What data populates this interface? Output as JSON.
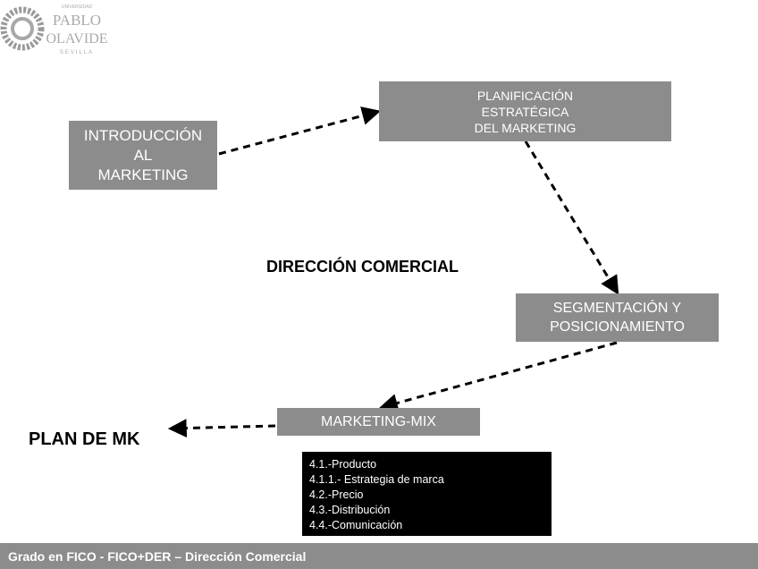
{
  "logo": {
    "line1": "PABLO",
    "line2": "OLAVIDE",
    "line3": "SEVILLA",
    "line_top": "UNIVERSIDAD"
  },
  "boxes": {
    "intro": "INTRODUCCIÓN\nAL\nMARKETING",
    "plan": "PLANIFICACIÓN\nESTRATÉGICA\nDEL MARKETING",
    "seg": "SEGMENTACIÓN Y\nPOSICIONAMIENTO",
    "mix": "MARKETING-MIX"
  },
  "center_title": "DIRECCIÓN COMERCIAL",
  "plan_label": "PLAN DE MK",
  "content_items": [
    "4.1.-Producto",
    "4.1.1.- Estrategia de marca",
    "4.2.-Precio",
    "4.3.-Distribución",
    "4.4.-Comunicación"
  ],
  "footer": "Grado en FICO - FICO+DER – Dirección Comercial",
  "colors": {
    "box": "#8c8c8c",
    "box_text": "#ffffff",
    "list_bg": "#000000",
    "footer_bg": "#8c8c8c"
  }
}
